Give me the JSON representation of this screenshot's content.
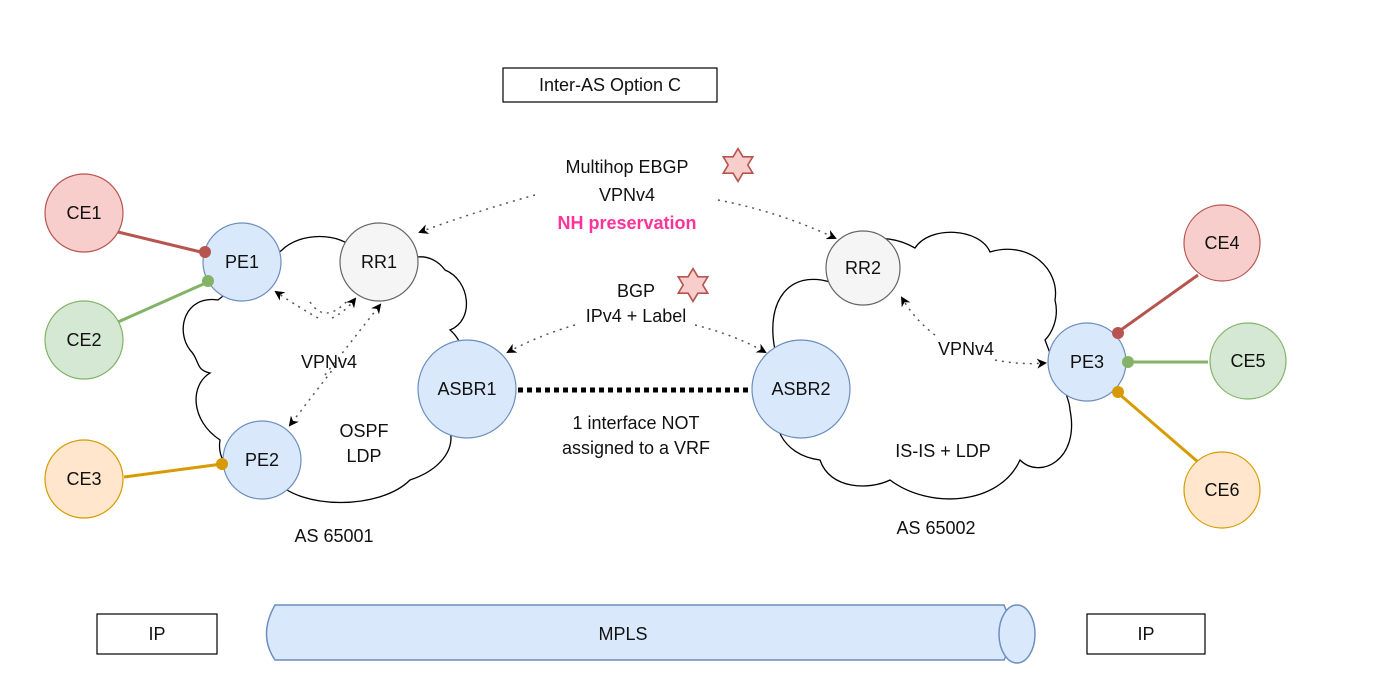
{
  "title": "Inter-AS Option C",
  "colors": {
    "pe_fill": "#dae8fc",
    "pe_stroke": "#6c8ebf",
    "rr_fill": "#f5f5f5",
    "rr_stroke": "#666666",
    "red_fill": "#f8cecc",
    "red_stroke": "#b85450",
    "green_fill": "#d5e8d4",
    "green_stroke": "#82b366",
    "orange_fill": "#ffe6cc",
    "orange_stroke": "#d79b00",
    "highlight": "#ff3399"
  },
  "nodes": {
    "ce1": "CE1",
    "ce2": "CE2",
    "ce3": "CE3",
    "ce4": "CE4",
    "ce5": "CE5",
    "ce6": "CE6",
    "pe1": "PE1",
    "pe2": "PE2",
    "pe3": "PE3",
    "rr1": "RR1",
    "rr2": "RR2",
    "asbr1": "ASBR1",
    "asbr2": "ASBR2"
  },
  "labels": {
    "multihop_line1": "Multihop EBGP",
    "multihop_line2": "VPNv4",
    "nh_preservation": "NH preservation",
    "bgp_line1": "BGP",
    "bgp_line2": "IPv4 + Label",
    "interface_line1": "1 interface NOT",
    "interface_line2": "assigned to a VRF",
    "vpnv4_as1": "VPNv4",
    "vpnv4_as2": "VPNv4",
    "igp_as1_line1": "OSPF",
    "igp_as1_line2": "LDP",
    "igp_as2": "IS-IS + LDP",
    "as1": "AS 65001",
    "as2": "AS 65002"
  },
  "bottom": {
    "ip_left": "IP",
    "mpls": "MPLS",
    "ip_right": "IP"
  }
}
